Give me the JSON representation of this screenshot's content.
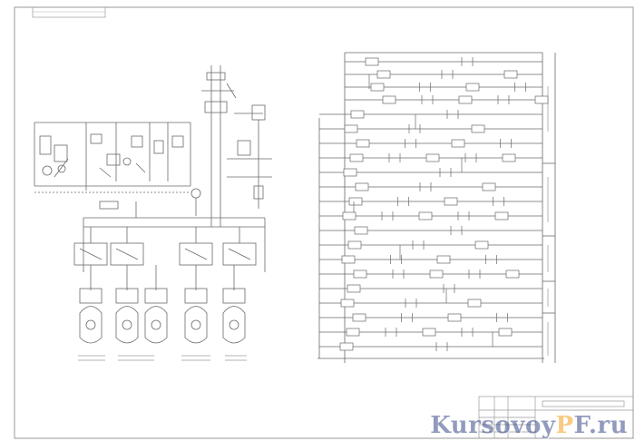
{
  "watermark": {
    "text_before": "Kursovoy",
    "accent": "P",
    "text_after": "F.ru"
  },
  "colors": {
    "paper": "#ffffff",
    "ink": "#6a6a6a",
    "frame": "#9a9a9a",
    "watermark": "#3a4a8a",
    "watermark_accent": "#f3a020"
  }
}
